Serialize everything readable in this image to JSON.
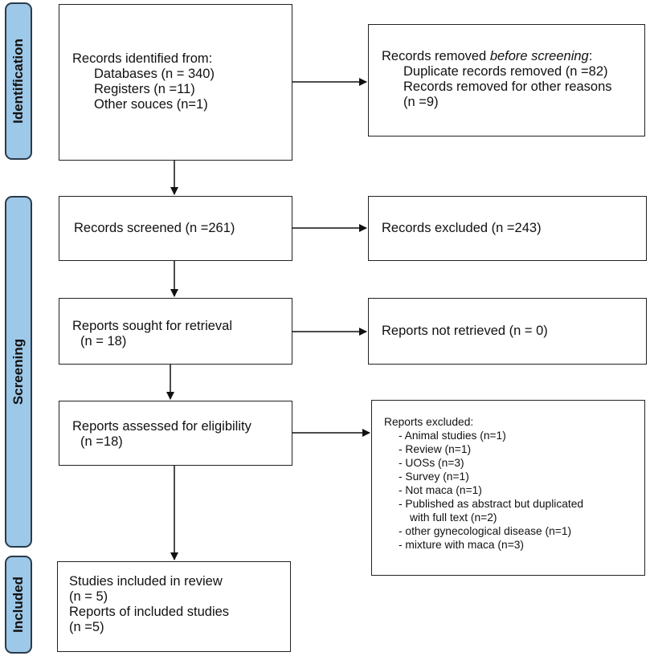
{
  "stages": {
    "identification": "Identification",
    "screening": "Screening",
    "included": "Included"
  },
  "identified": {
    "heading": "Records identified from:",
    "databases": "Databases (n = 340)",
    "registers": "Registers (n =11)",
    "other": "Other souces (n=1)"
  },
  "removed": {
    "heading_prefix": "Records removed ",
    "heading_italic": "before screening",
    "heading_suffix": ":",
    "duplicates": "Duplicate records removed (n =82)",
    "other_reasons": "Records removed for other reasons",
    "other_reasons_n": "(n =9)"
  },
  "screened": {
    "text": "Records screened (n =261)"
  },
  "excluded": {
    "text": "Records excluded (n =243)"
  },
  "sought": {
    "line1": "Reports sought for retrieval",
    "line2": "(n = 18)"
  },
  "not_retrieved": {
    "text": "Reports not retrieved (n = 0)"
  },
  "assessed": {
    "line1": "Reports assessed for eligibility",
    "line2": "(n =18)"
  },
  "reports_excluded": {
    "heading": "Reports excluded:",
    "items": [
      "- Animal studies (n=1)",
      "- Review (n=1)",
      "- UOSs (n=3)",
      "- Survey (n=1)",
      "- Not maca (n=1)",
      "- Published as abstract but duplicated",
      "with full text (n=2)",
      "- other gynecological disease (n=1)",
      "- mixture with maca (n=3)"
    ]
  },
  "included": {
    "line1": "Studies included in review",
    "line2": "(n = 5)",
    "line3": "Reports of included studies",
    "line4": "(n =5)"
  }
}
